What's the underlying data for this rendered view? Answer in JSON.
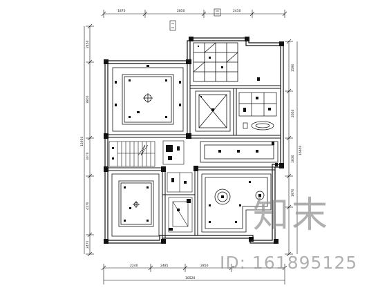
{
  "drawing": {
    "dims_top": [
      "1870",
      "2850",
      "2450"
    ],
    "dims_bottom": [
      "2240",
      "2485",
      "2850"
    ],
    "dim_bottom_total": "10520",
    "dims_left": [
      "2450",
      "3800",
      "3070",
      "4170",
      "2470"
    ],
    "dim_left_total": "15950",
    "dims_right": [
      "1590",
      "2650",
      "1830",
      "1970"
    ],
    "dim_right_total": "16650"
  },
  "watermark": {
    "logo": "知末",
    "id": "ID: 161895125"
  }
}
